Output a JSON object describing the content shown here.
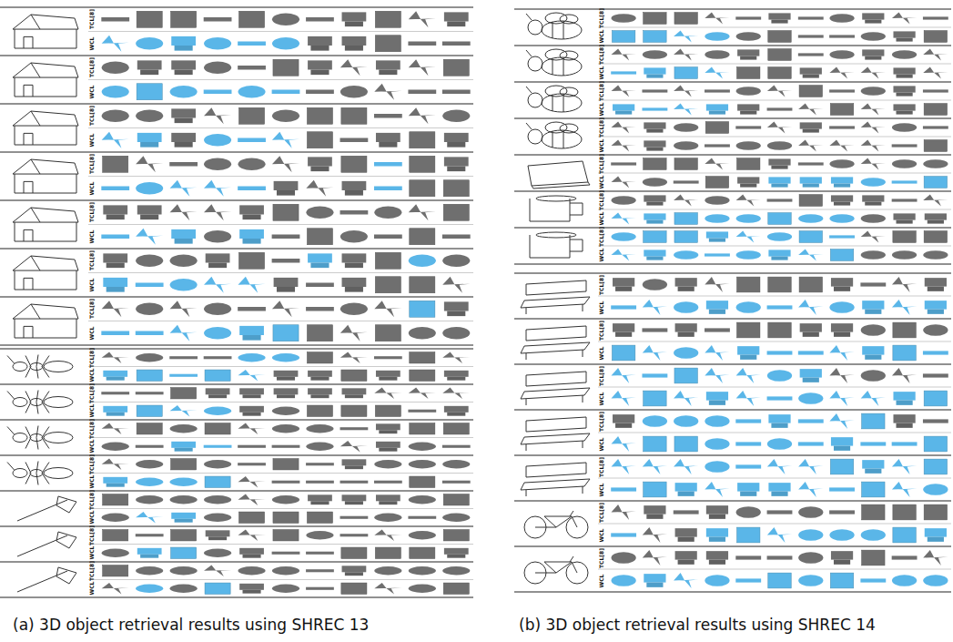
{
  "diagram": {
    "labels": [
      "TCL[8]",
      "WCL",
      "TCL[8]",
      "WCL",
      "TCL[8]",
      "WCL",
      "TCL[8]",
      "WCL",
      "TCL[8]",
      "WCL",
      "TCL[8]",
      "WCL",
      "TCL[8]",
      "WCL",
      "TCL[8]",
      "WCL",
      "TCL[8]",
      "WCL",
      "TCL[8]",
      "WCL",
      "TCL[8]",
      "WCL",
      "TCL[8]",
      "WCL",
      "TCL[8]",
      "WCL",
      "TCL[8]",
      "WCL",
      "TCL[8]",
      "WCL",
      "TCL[8]",
      "WCL",
      "TCL[8]",
      "WCL",
      "TCL[8]",
      "WCL",
      "TCL[8]",
      "WCL",
      "TCL[8]",
      "WCL",
      "TCL[8]",
      "WCL",
      "TCL[8]",
      "WCL",
      "TCL[8]",
      "WCL",
      "TCL[8]",
      "WCL",
      "TCL[8]",
      "WCL",
      "TCL[8]",
      "WCL",
      "TCL[8]",
      "WCL",
      "TCL[8]",
      "WCL",
      "(a) 3D object retrieval results using SHREC 13",
      "(b) 3D object retrieval results using SHREC 14"
    ]
  }
}
